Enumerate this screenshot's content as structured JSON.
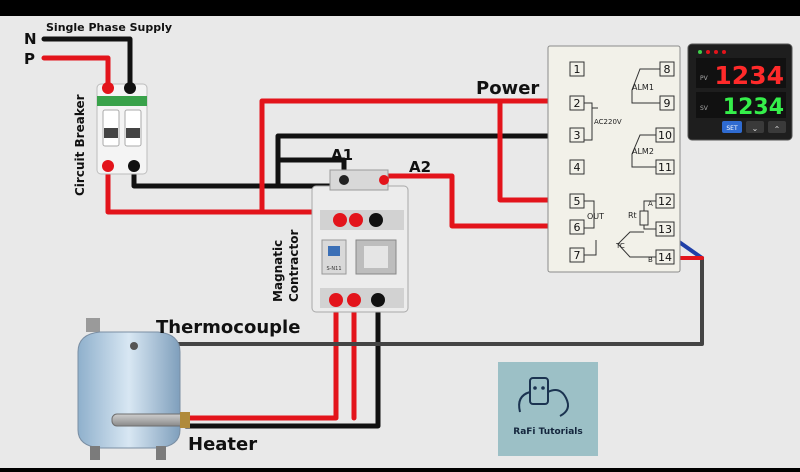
{
  "supply": {
    "title": "Single Phase Supply",
    "neutral": "N",
    "phase": "P"
  },
  "breaker": {
    "label": "Circuit Breaker"
  },
  "contactor": {
    "label_line1": "Magnatic",
    "label_line2": "Contractor",
    "coil_a1": "A1",
    "coil_a2": "A2",
    "badge": "S-N11"
  },
  "controller": {
    "power_label": "Power",
    "voltage": "AC220V",
    "terminals": [
      "1",
      "2",
      "3",
      "4",
      "5",
      "6",
      "7",
      "8",
      "9",
      "10",
      "11",
      "12",
      "13",
      "14"
    ],
    "alm1": "ALM1",
    "alm2": "ALM2",
    "out": "OUT",
    "rt": "Rt",
    "tc": "TC",
    "a": "A",
    "b": "B"
  },
  "display": {
    "pv_value": "1234",
    "sv_value": "1234",
    "pv": "PV",
    "sv": "SV",
    "set_key": "SET"
  },
  "thermocouple": {
    "label": "Thermocouple"
  },
  "heater": {
    "label": "Heater"
  },
  "logo": {
    "text": "RaFi Tutorials"
  },
  "colors": {
    "phase": "#e3141b",
    "neutral": "#111111",
    "sensor": "#444444",
    "sensor_blue": "#1f3fa8",
    "background": "#e9e9e9"
  }
}
